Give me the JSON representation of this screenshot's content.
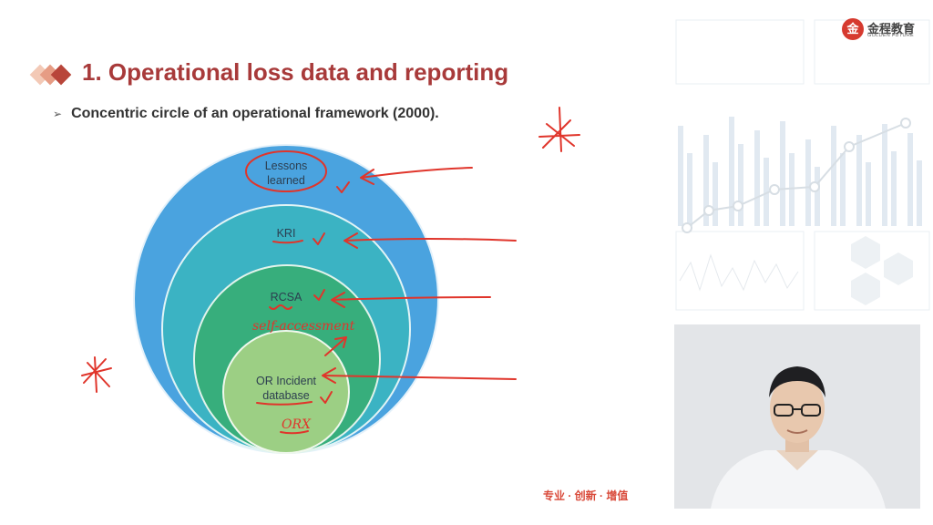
{
  "slide": {
    "title": "1. Operational loss data and reporting",
    "subtitle": "Concentric circle of an operational framework (2000).",
    "bullet_symbol": "➢"
  },
  "diagram": {
    "circles": [
      {
        "label": "Lessons\nlearned",
        "color": "#4aa3df"
      },
      {
        "label": "KRI",
        "color": "#3bb3c3"
      },
      {
        "label": "RCSA",
        "color": "#37ae7c"
      },
      {
        "label": "OR Incident\ndatabase",
        "color": "#9ccf84"
      }
    ]
  },
  "handwriting": {
    "rcsa_note": "self-accessment",
    "orx_note": "ORX",
    "color": "#e0352b"
  },
  "branding": {
    "logo_mark": "金",
    "logo_text": "金程教育",
    "logo_subtext": "GOLDEN FUTURE",
    "tagline": "专业 · 创新 · 增值"
  },
  "colors": {
    "title": "#a83a3a",
    "diamond_1": "#f3c9b6",
    "diamond_2": "#e69c84",
    "diamond_3": "#b8453a"
  }
}
